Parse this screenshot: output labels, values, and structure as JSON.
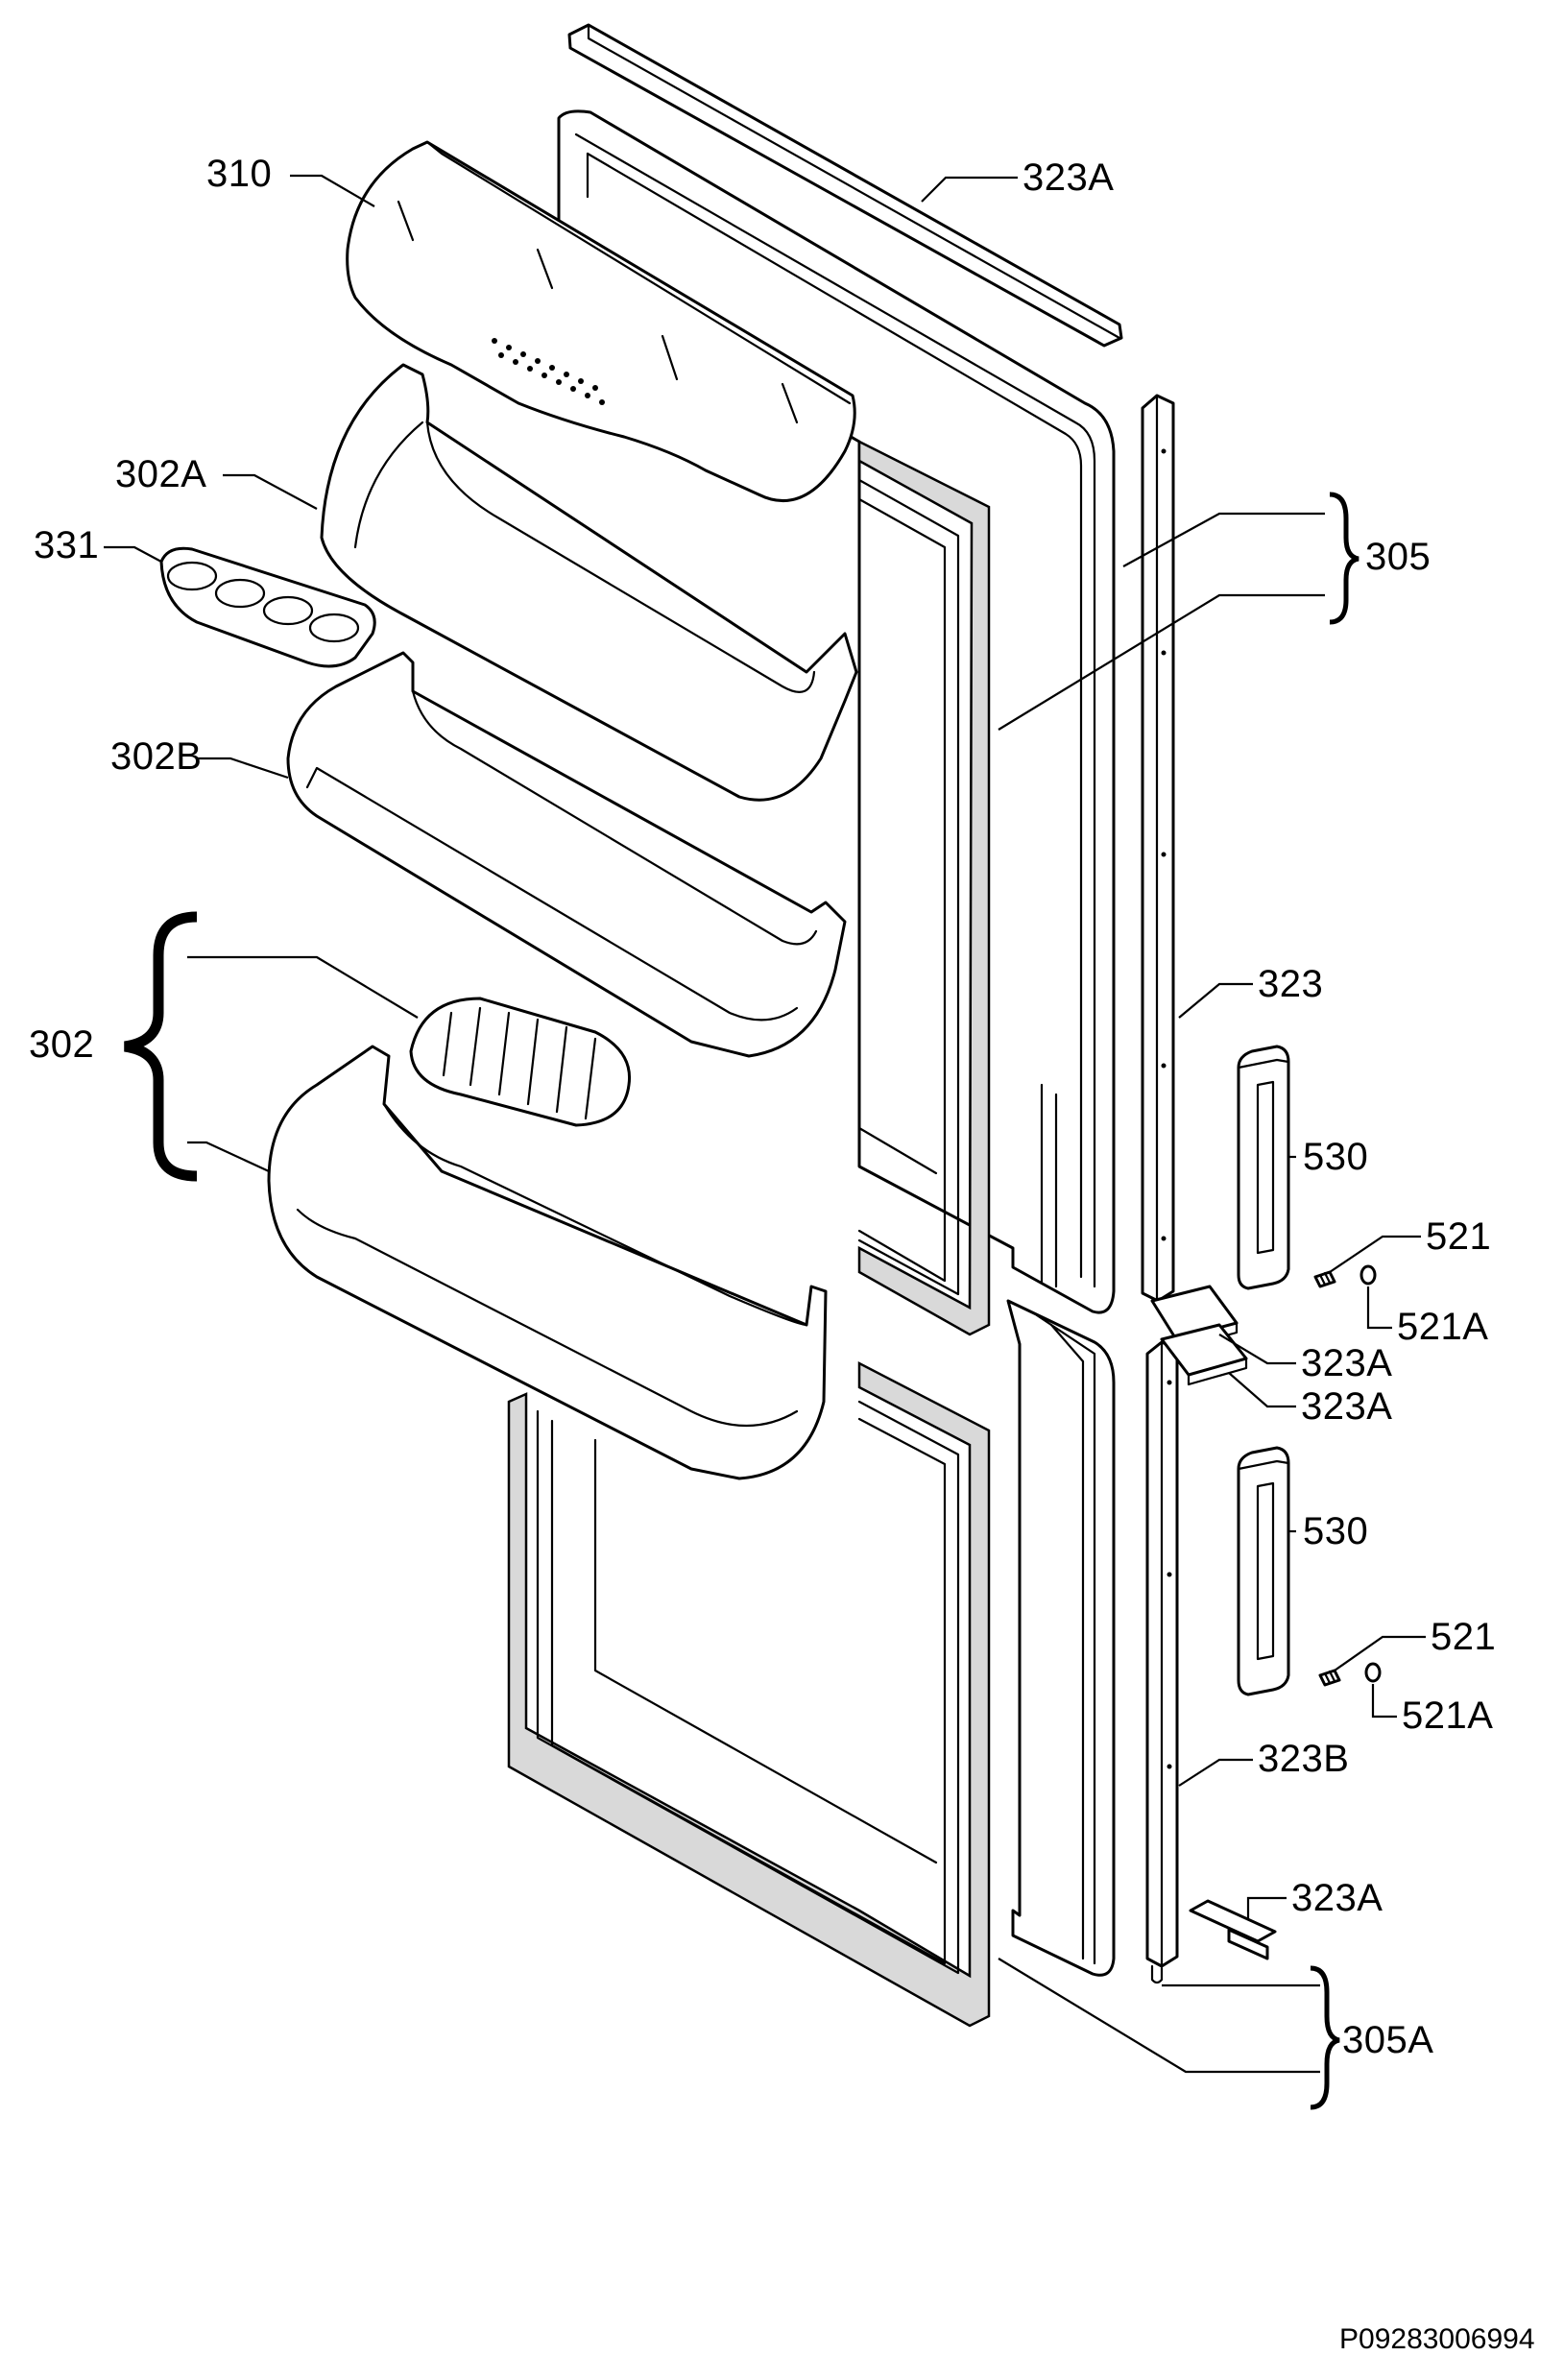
{
  "labels": {
    "l310": "310",
    "l323A_top": "323A",
    "l302A": "302A",
    "l331": "331",
    "l305": "305",
    "l302B": "302B",
    "l302": "302",
    "l323": "323",
    "l530_upper": "530",
    "l521_upper": "521",
    "l521A_upper": "521A",
    "l323A_mid1": "323A",
    "l323A_mid2": "323A",
    "l530_lower": "530",
    "l521_lower": "521",
    "l521A_lower": "521A",
    "l323B": "323B",
    "l323A_bottom": "323A",
    "l305A": "305A"
  },
  "footer": {
    "code": "P09283006994"
  }
}
